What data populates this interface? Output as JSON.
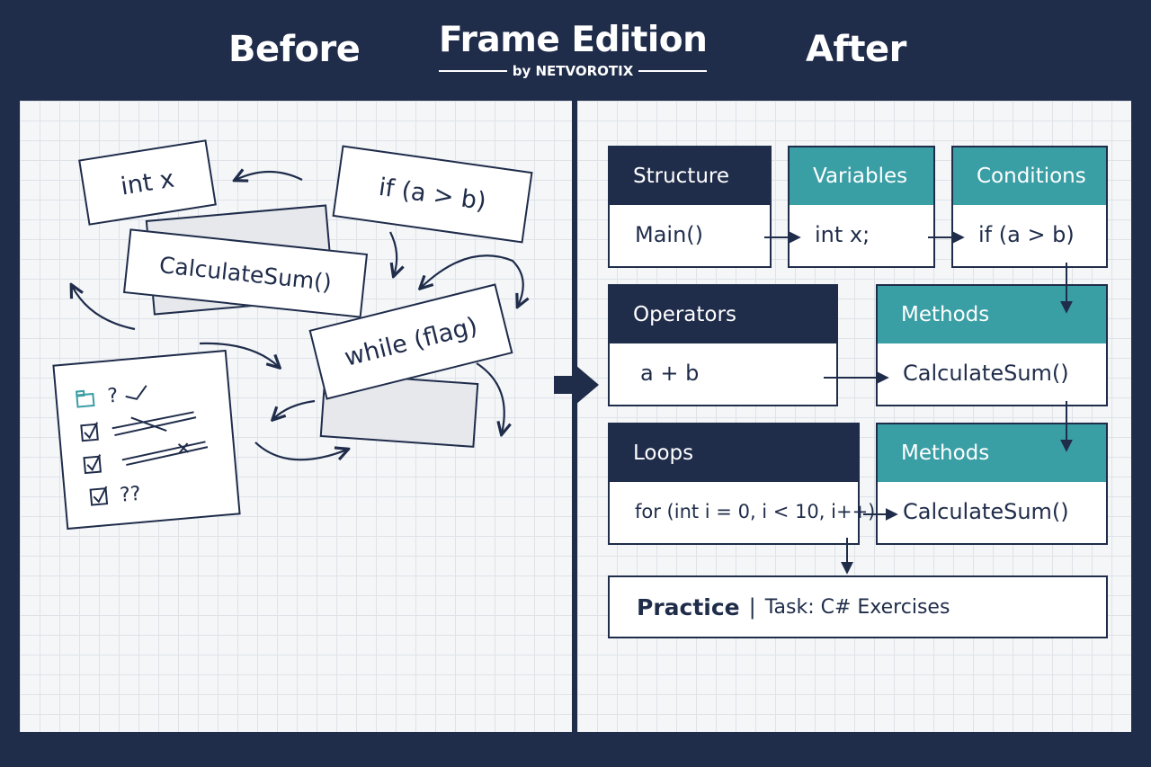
{
  "header": {
    "before_label": "Before",
    "brand_title": "Frame Edition",
    "brand_subtitle": "by NETVOROTIX",
    "after_label": "After"
  },
  "colors": {
    "background": "#1f2c4a",
    "navy": "#1f2c4a",
    "teal": "#3a9ea5",
    "panel": "#f4f6f8"
  },
  "before": {
    "cards": [
      {
        "id": "int-x",
        "text": "int x"
      },
      {
        "id": "if",
        "text": "if (a > b)"
      },
      {
        "id": "calc",
        "text": "CalculateSum()"
      },
      {
        "id": "while",
        "text": "while (flag)"
      }
    ],
    "checklist_icons": [
      "folder-icon",
      "checkbox-icon",
      "checkbox-icon",
      "checkbox-icon"
    ],
    "checklist_texts": [
      "?",
      "??"
    ]
  },
  "after": {
    "boxes": [
      {
        "header": "Structure",
        "body": "Main()",
        "style": "dark"
      },
      {
        "header": "Variables",
        "body": "int x;",
        "style": "teal"
      },
      {
        "header": "Conditions",
        "body": "if (a > b)",
        "style": "teal"
      },
      {
        "header": "Operators",
        "body": "a + b",
        "style": "dark"
      },
      {
        "header": "Methods",
        "body": "CalculateSum()",
        "style": "teal"
      },
      {
        "header": "Loops",
        "body": "for (int i = 0, i < 10, i++)",
        "style": "dark"
      },
      {
        "header": "Methods",
        "body": "CalculateSum()",
        "style": "teal"
      }
    ],
    "practice": {
      "label": "Practice",
      "separator": "|",
      "task": "Task: C# Exercises"
    }
  }
}
